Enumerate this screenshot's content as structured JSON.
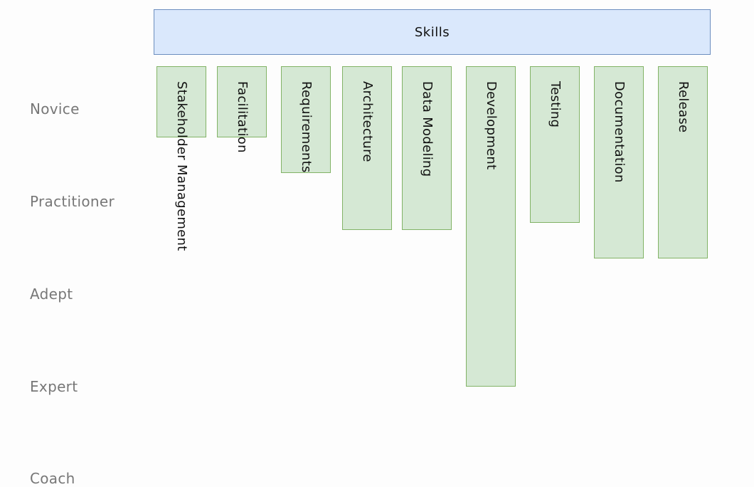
{
  "header": {
    "title": "Skills"
  },
  "levels": [
    "Novice",
    "Practitioner",
    "Adept",
    "Expert",
    "Coach"
  ],
  "skills": [
    {
      "label": "Stakeholder Management",
      "level": "Novice"
    },
    {
      "label": "Facilitation",
      "level": "Novice"
    },
    {
      "label": "Requirements",
      "level": "Novice"
    },
    {
      "label": "Architecture",
      "level": "Practitioner"
    },
    {
      "label": "Data Modeling",
      "level": "Practitioner"
    },
    {
      "label": "Development",
      "level": "Expert"
    },
    {
      "label": "Testing",
      "level": "Practitioner"
    },
    {
      "label": "Documentation",
      "level": "Practitioner"
    },
    {
      "label": "Release",
      "level": "Practitioner"
    }
  ],
  "colors": {
    "header_fill": "#dae8fc",
    "header_stroke": "#6c8ebf",
    "bar_fill": "#d5e8d4",
    "bar_stroke": "#82b366",
    "level_text": "#777777"
  }
}
